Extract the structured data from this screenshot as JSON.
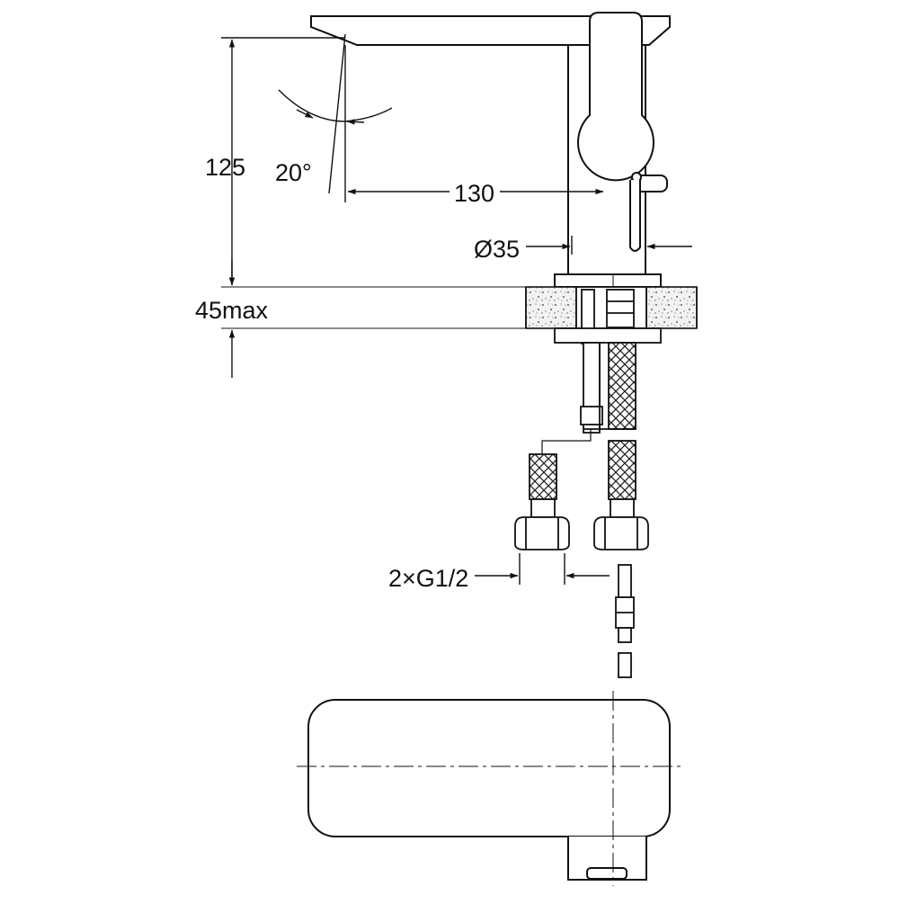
{
  "dimensions": {
    "spout_height": "125",
    "spout_angle": "20°",
    "spout_reach": "130",
    "body_diameter": "Ø35",
    "deck_thickness": "45max",
    "connection": "2×G1/2"
  },
  "colors": {
    "line": "#111111",
    "background": "#ffffff",
    "countertop_fill": "#f2f2f2"
  }
}
